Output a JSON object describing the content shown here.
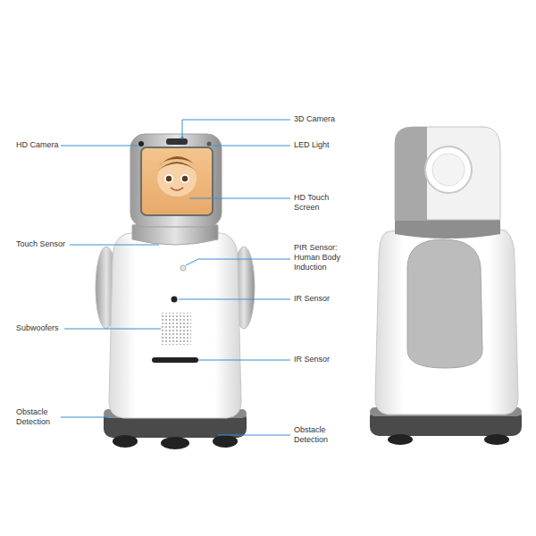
{
  "diagram": {
    "labels": [
      "3D Camera",
      "HD Camera",
      "LED Light",
      "HD Touch Screen",
      "Touch Sensor",
      "PIR Sensor: Human Body Induction",
      "IR Sensor",
      "Subwoofers",
      "IR Sensor",
      "Obstacle Detection",
      "Obstacle Detection"
    ]
  }
}
